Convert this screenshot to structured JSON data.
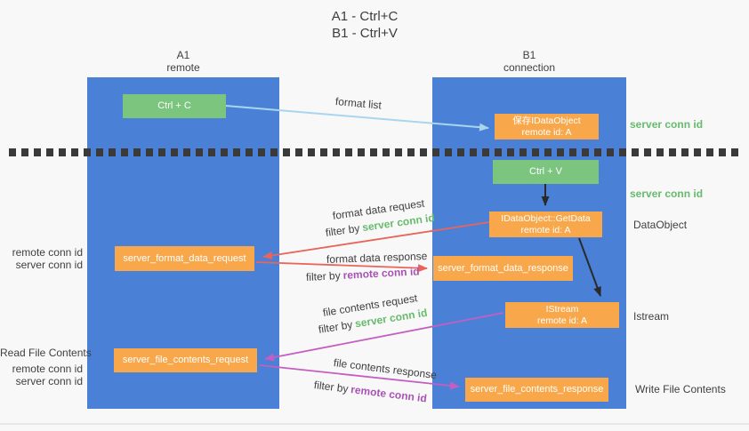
{
  "title": {
    "line1": "A1 - Ctrl+C",
    "line2": "B1 - Ctrl+V"
  },
  "columns": {
    "left": {
      "id": "A1",
      "role": "remote"
    },
    "right": {
      "id": "B1",
      "role": "connection"
    }
  },
  "nodes": {
    "ctrl_c": {
      "label": "Ctrl + C"
    },
    "save_dataobject": {
      "line1": "保存IDataObject",
      "line2": "remote id: A"
    },
    "ctrl_v": {
      "label": "Ctrl + V"
    },
    "getdata": {
      "line1": "IDataObject::GetData",
      "line2": "remote id: A"
    },
    "format_request": {
      "label": "server_format_data_request"
    },
    "format_response": {
      "label": "server_format_data_response"
    },
    "istream": {
      "line1": "IStream",
      "line2": "remote id: A"
    },
    "file_request": {
      "label": "server_file_contents_request"
    },
    "file_response": {
      "label": "server_file_contents_response"
    }
  },
  "side_labels": {
    "server_conn_id": "server conn id",
    "remote_conn_id": "remote conn id",
    "dataobject": "DataObject",
    "istream": "Istream",
    "read_file_contents": "Read File Contents",
    "write_file_contents": "Write File Contents"
  },
  "arrow_labels": {
    "format_list": "format list",
    "format_data_request": "format data request",
    "format_data_response": "format data response",
    "file_contents_request": "file contents request",
    "file_contents_response": "file contents response",
    "filter_by": "filter by",
    "server_conn_id": "server conn id",
    "remote_conn_id": "remote conn id"
  },
  "colors": {
    "column_blue": "#4a81d7",
    "box_green": "#7cc57f",
    "box_orange": "#f8a84b",
    "arrow_light_blue": "#a9d5ef",
    "arrow_black": "#2a2a2a",
    "arrow_red": "#e9655b",
    "arrow_magenta": "#c45fc2",
    "text_green": "#67bb6d",
    "text_purple": "#a852b4",
    "text_dark": "#3f3f3f"
  }
}
